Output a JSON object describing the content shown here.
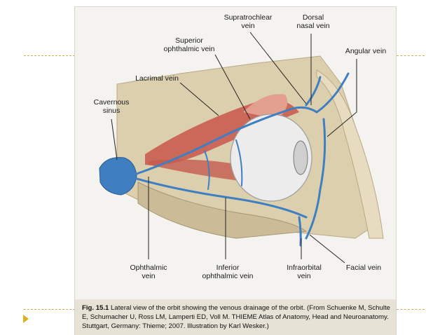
{
  "labels": {
    "supratrochlear": "Supratrochlear\nvein",
    "dorsal_nasal": "Dorsal\nnasal vein",
    "angular": "Angular vein",
    "superior_ophthalmic": "Superior\nophthalmic vein",
    "lacrimal": "Lacrimal vein",
    "cavernous": "Cavernous\nsinus",
    "ophthalmic": "Ophthalmic\nvein",
    "inferior_ophthalmic": "Inferior\nophthalmic vein",
    "infraorbital": "Infraorbital\nvein",
    "facial": "Facial vein"
  },
  "caption": {
    "fig_no": "Fig. 15.1",
    "text": " Lateral view of the orbit showing the venous drainage of the orbit. (From Schuenke M, Schulte E, Schumacher U, Ross LM, Lamperti ED, Voll M. THIEME Atlas of Anatomy, Head and Neuroanatomy. Stuttgart, Germany: Thieme; 2007. Illustration by Karl Wesker.)"
  },
  "colors": {
    "vein": "#3f7fc1",
    "muscle": "#c9564a",
    "bone": "#d9cba8",
    "eye": "#ececec",
    "accent": "#d9b21c"
  }
}
